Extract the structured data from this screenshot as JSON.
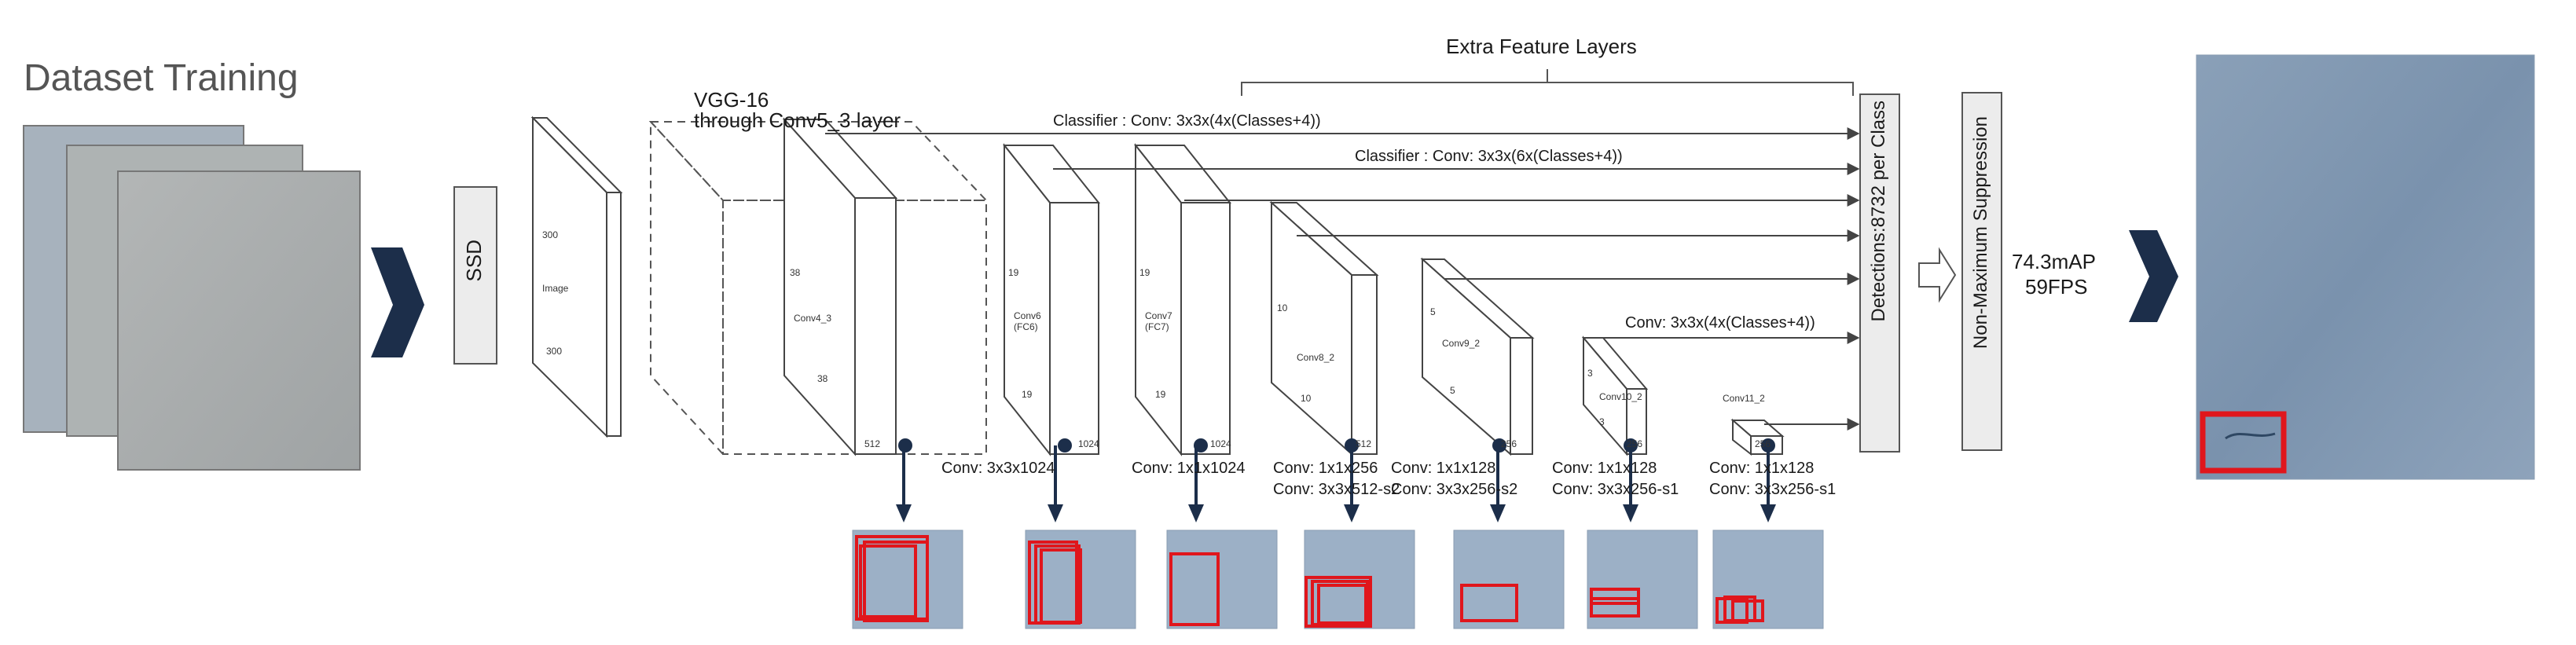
{
  "title": "Dataset Training",
  "ssd_label": "SSD",
  "vgg_label_1": "VGG-16",
  "vgg_label_2": "through Conv5_3 layer",
  "extra_label": "Extra Feature Layers",
  "classifier_1": "Classifier : Conv: 3x3x(4x(Classes+4))",
  "classifier_2": "Classifier : Conv: 3x3x(6x(Classes+4))",
  "classifier_3": "Conv: 3x3x(4x(Classes+4))",
  "detections": "Detections:8732  per Class",
  "nms": "Non-Maximum Suppression",
  "map": "74.3mAP",
  "fps": "59FPS",
  "input": {
    "top": "300",
    "mid": "Image",
    "bottom": "300"
  },
  "layers": [
    {
      "name": "Conv4_3",
      "size_top": "38",
      "size_bottom": "38",
      "depth": "512",
      "conv1": "",
      "conv2": ""
    },
    {
      "name": "Conv6 (FC6)",
      "size_top": "19",
      "size_bottom": "19",
      "depth": "1024",
      "conv1": "Conv: 3x3x1024",
      "conv2": ""
    },
    {
      "name": "Conv7 (FC7)",
      "size_top": "19",
      "size_bottom": "19",
      "depth": "1024",
      "conv1": "Conv: 1x1x1024",
      "conv2": ""
    },
    {
      "name": "Conv8_2",
      "size_top": "10",
      "size_bottom": "10",
      "depth": "512",
      "conv1": "Conv: 1x1x256",
      "conv2": "Conv: 3x3x512-s2"
    },
    {
      "name": "Conv9_2",
      "size_top": "5",
      "size_bottom": "5",
      "depth": "256",
      "conv1": "Conv: 1x1x128",
      "conv2": "Conv: 3x3x256-s2"
    },
    {
      "name": "Conv10_2",
      "size_top": "3",
      "size_bottom": "3",
      "depth": "256",
      "conv1": "Conv: 1x1x128",
      "conv2": "Conv: 3x3x256-s1"
    },
    {
      "name": "Conv11_2",
      "size_top": "",
      "size_bottom": "",
      "depth": "256",
      "conv1": "Conv: 1x1x128",
      "conv2": "Conv: 3x3x256-s1"
    }
  ],
  "colors": {
    "arrow": "#1c2e4a",
    "detection_box": "#e0161c",
    "concrete": "#9aa8b6",
    "surface": "#7d93ab"
  }
}
